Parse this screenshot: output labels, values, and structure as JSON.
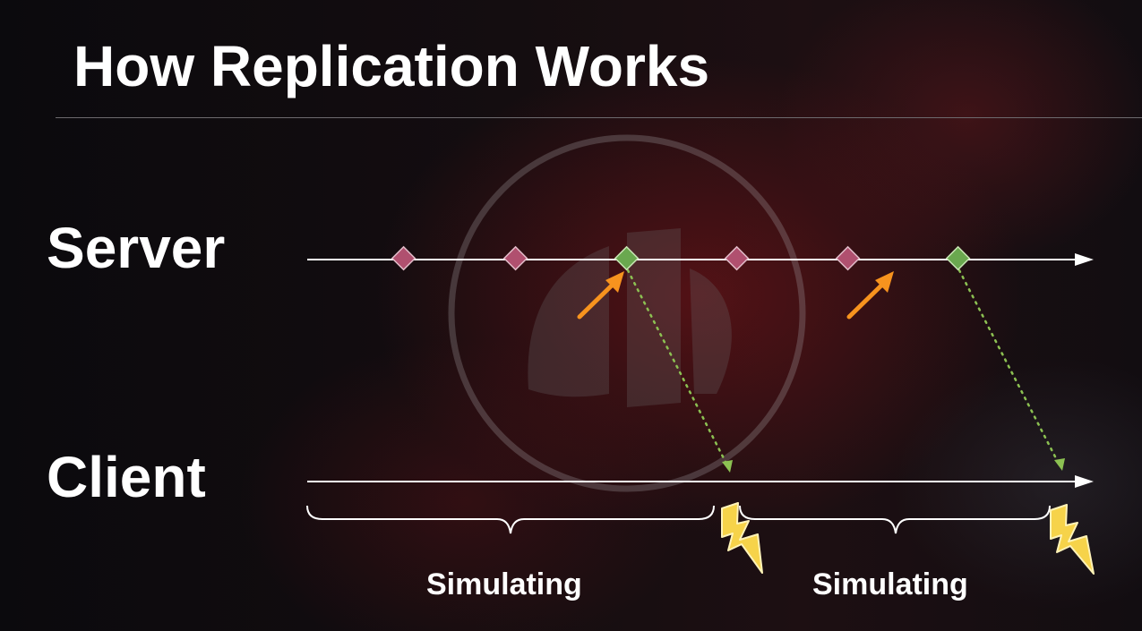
{
  "slide": {
    "title": "How Replication Works"
  },
  "lanes": {
    "server_label": "Server",
    "client_label": "Client"
  },
  "phases": [
    {
      "label": "Simulating"
    },
    {
      "label": "Simulating"
    }
  ],
  "colors": {
    "background": "#0c0a0c",
    "text": "#ffffff",
    "timeline": "#ffffff",
    "tick_marker": "#b0506f",
    "replicated_marker": "#6aa84f",
    "input_arrow": "#f7931e",
    "replication_path": "#8cc152",
    "correction_bolt": "#f6d34a"
  },
  "markers": {
    "order": [
      "tick",
      "tick",
      "replicated",
      "tick",
      "tick",
      "replicated"
    ]
  },
  "icons": {
    "input_arrow": "arrow-icon",
    "correction": "lightning-bolt-icon",
    "watermark": "unreal-logo-icon"
  }
}
